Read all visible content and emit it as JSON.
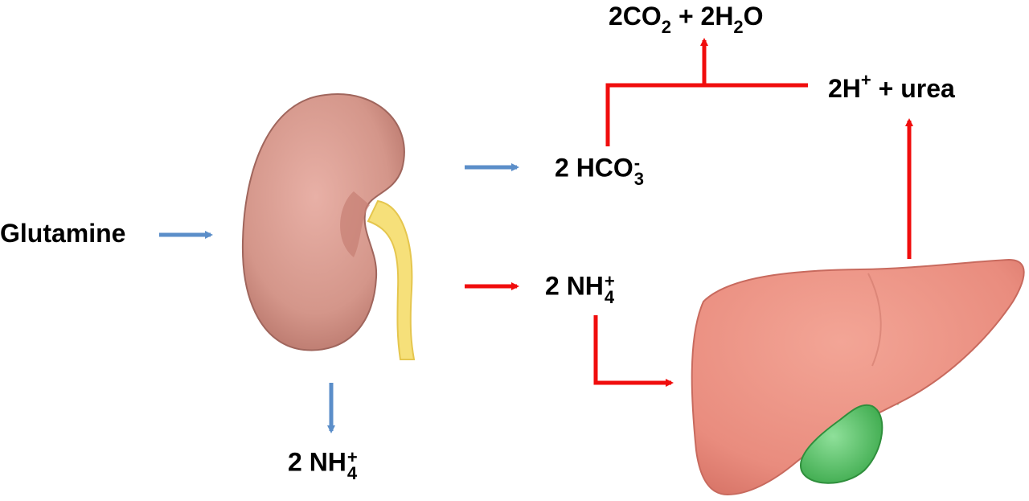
{
  "colors": {
    "blue_arrow": "#5b8ec9",
    "red_arrow": "#f00d0d",
    "kidney": "#d89a8f",
    "ureter": "#f6e07a",
    "liver": "#ec9386",
    "gallbladder": "#4fbf5a"
  },
  "organs": {
    "kidney": "kidney-illustration",
    "liver": "liver-illustration",
    "gallbladder": "gallbladder-illustration"
  },
  "labels": {
    "glutamine": "Glutamine",
    "bicarbonate": {
      "prefix": "2 HCO",
      "sub": "3",
      "sup": "-"
    },
    "ammonium_right": {
      "prefix": "2 NH",
      "sub": "4",
      "sup": "+"
    },
    "ammonium_bottom": {
      "prefix": "2 NH",
      "sub": "4",
      "sup": "+"
    },
    "co2_water": {
      "a": "2CO",
      "a_sub": "2",
      "b": " + 2H",
      "b_sub": "2",
      "c": "O"
    },
    "h_urea": {
      "a": "2H",
      "a_sup": "+",
      "b": " + urea"
    }
  }
}
